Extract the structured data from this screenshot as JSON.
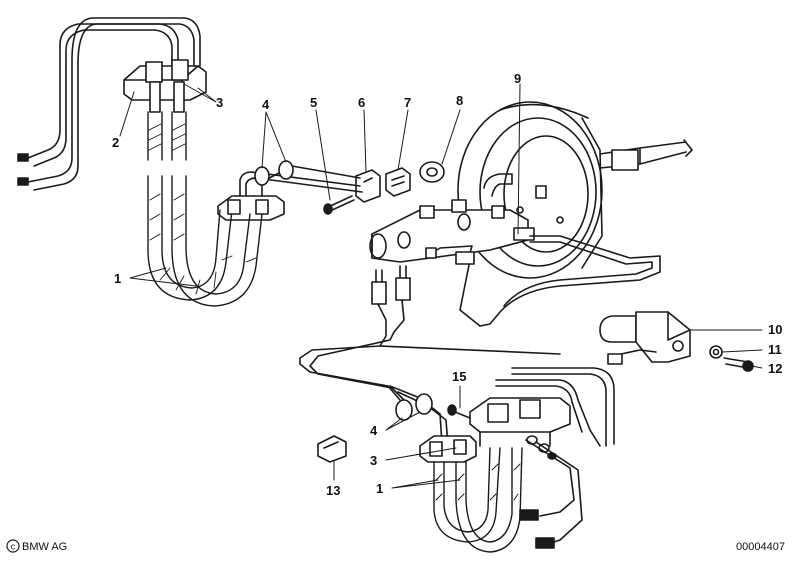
{
  "callouts": {
    "c1_left": "1",
    "c2": "2",
    "c3_top": "3",
    "c4_top": "4",
    "c5": "5",
    "c6": "6",
    "c7": "7",
    "c8": "8",
    "c9": "9",
    "c10": "10",
    "c11": "11",
    "c12": "12",
    "c15": "15",
    "c4_bottom": "4",
    "c3_bottom": "3",
    "c13": "13",
    "c1_bottom": "1"
  },
  "footer": {
    "copyright": "BMW AG",
    "diagram_number": "00004407"
  },
  "colors": {
    "line": "#1a1a1a",
    "background": "#ffffff"
  }
}
